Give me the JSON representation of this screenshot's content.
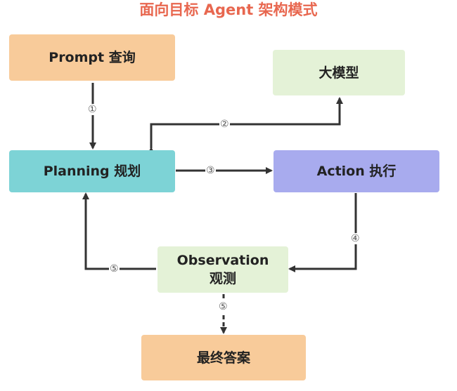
{
  "title": "面向目标 Agent 架构模式",
  "nodes": {
    "prompt": "Prompt 查询",
    "llm": "大模型",
    "planning": "Planning 规划",
    "action": "Action 执行",
    "observation_line1": "Observation",
    "observation_line2": "观测",
    "final": "最终答案"
  },
  "steps": {
    "s1": "①",
    "s2": "②",
    "s3": "③",
    "s4": "④",
    "s5a": "⑤",
    "s5b": "⑤"
  },
  "colors": {
    "title": "#e8674f",
    "prompt_fill": "#f8cb9a",
    "final_fill": "#f8cb9a",
    "llm_fill": "#e4f2d7",
    "observation_fill": "#e4f2d7",
    "planning_fill": "#7dd3d6",
    "action_fill": "#a8abee",
    "arrow": "#333333"
  }
}
